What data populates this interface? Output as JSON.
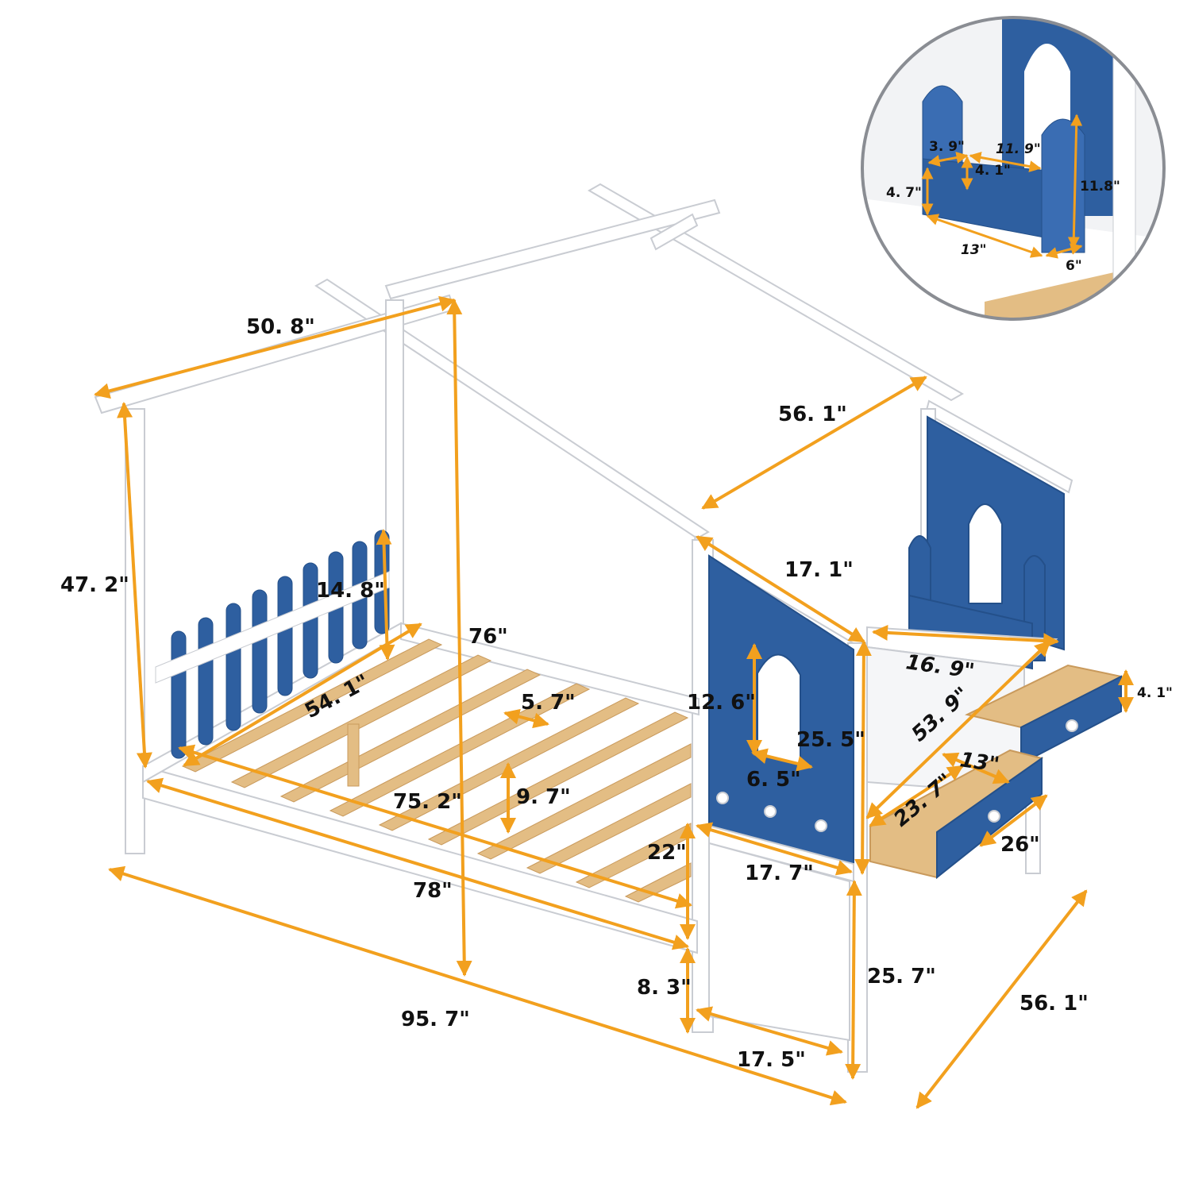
{
  "colors": {
    "dimension_line": "#F2A01E",
    "frame": "#FFFFFF",
    "frame_outline": "#C9CCD2",
    "panel_blue": "#2E5FA0",
    "wood": "#E3BD84",
    "wood_dark": "#C99A5C",
    "inset_border": "#8A8D93"
  },
  "dimensions": {
    "roof_length": "50. 8\"",
    "post_height": "47. 2\"",
    "fence_height": "14. 8\"",
    "slat_span_width": "54. 1\"",
    "total_height": "76\"",
    "slat_spacing": "5. 7\"",
    "slat_gap": "9. 7\"",
    "inner_length": "75. 2\"",
    "rail_length": "78\"",
    "overall_length": "95. 7\"",
    "floor_clearance": "22\"",
    "leg_height": "8. 3\"",
    "roof_width": "56. 1\"",
    "roof_slope": "17. 1\"",
    "window_height": "12. 6\"",
    "window_width": "6. 5\"",
    "step_height": "25. 5\"",
    "step_depth": "17. 7\"",
    "stair_height": "25. 7\"",
    "stair_width": "17. 5\"",
    "shelf_width": "16. 9\"",
    "stair_length": "53. 9\"",
    "drawer_height": "4. 1\"",
    "drawer_width": "13\"",
    "drawer_depth": "23. 7\"",
    "drawer_length": "26\"",
    "overall_width": "56. 1\""
  },
  "inset": {
    "shelf_depth": "3. 9\"",
    "shelf_width": "11. 9\"",
    "divider_height": "4. 1\"",
    "side_height": "4. 7\"",
    "back_height": "11.8\"",
    "base_width": "13\"",
    "base_depth": "6\""
  }
}
